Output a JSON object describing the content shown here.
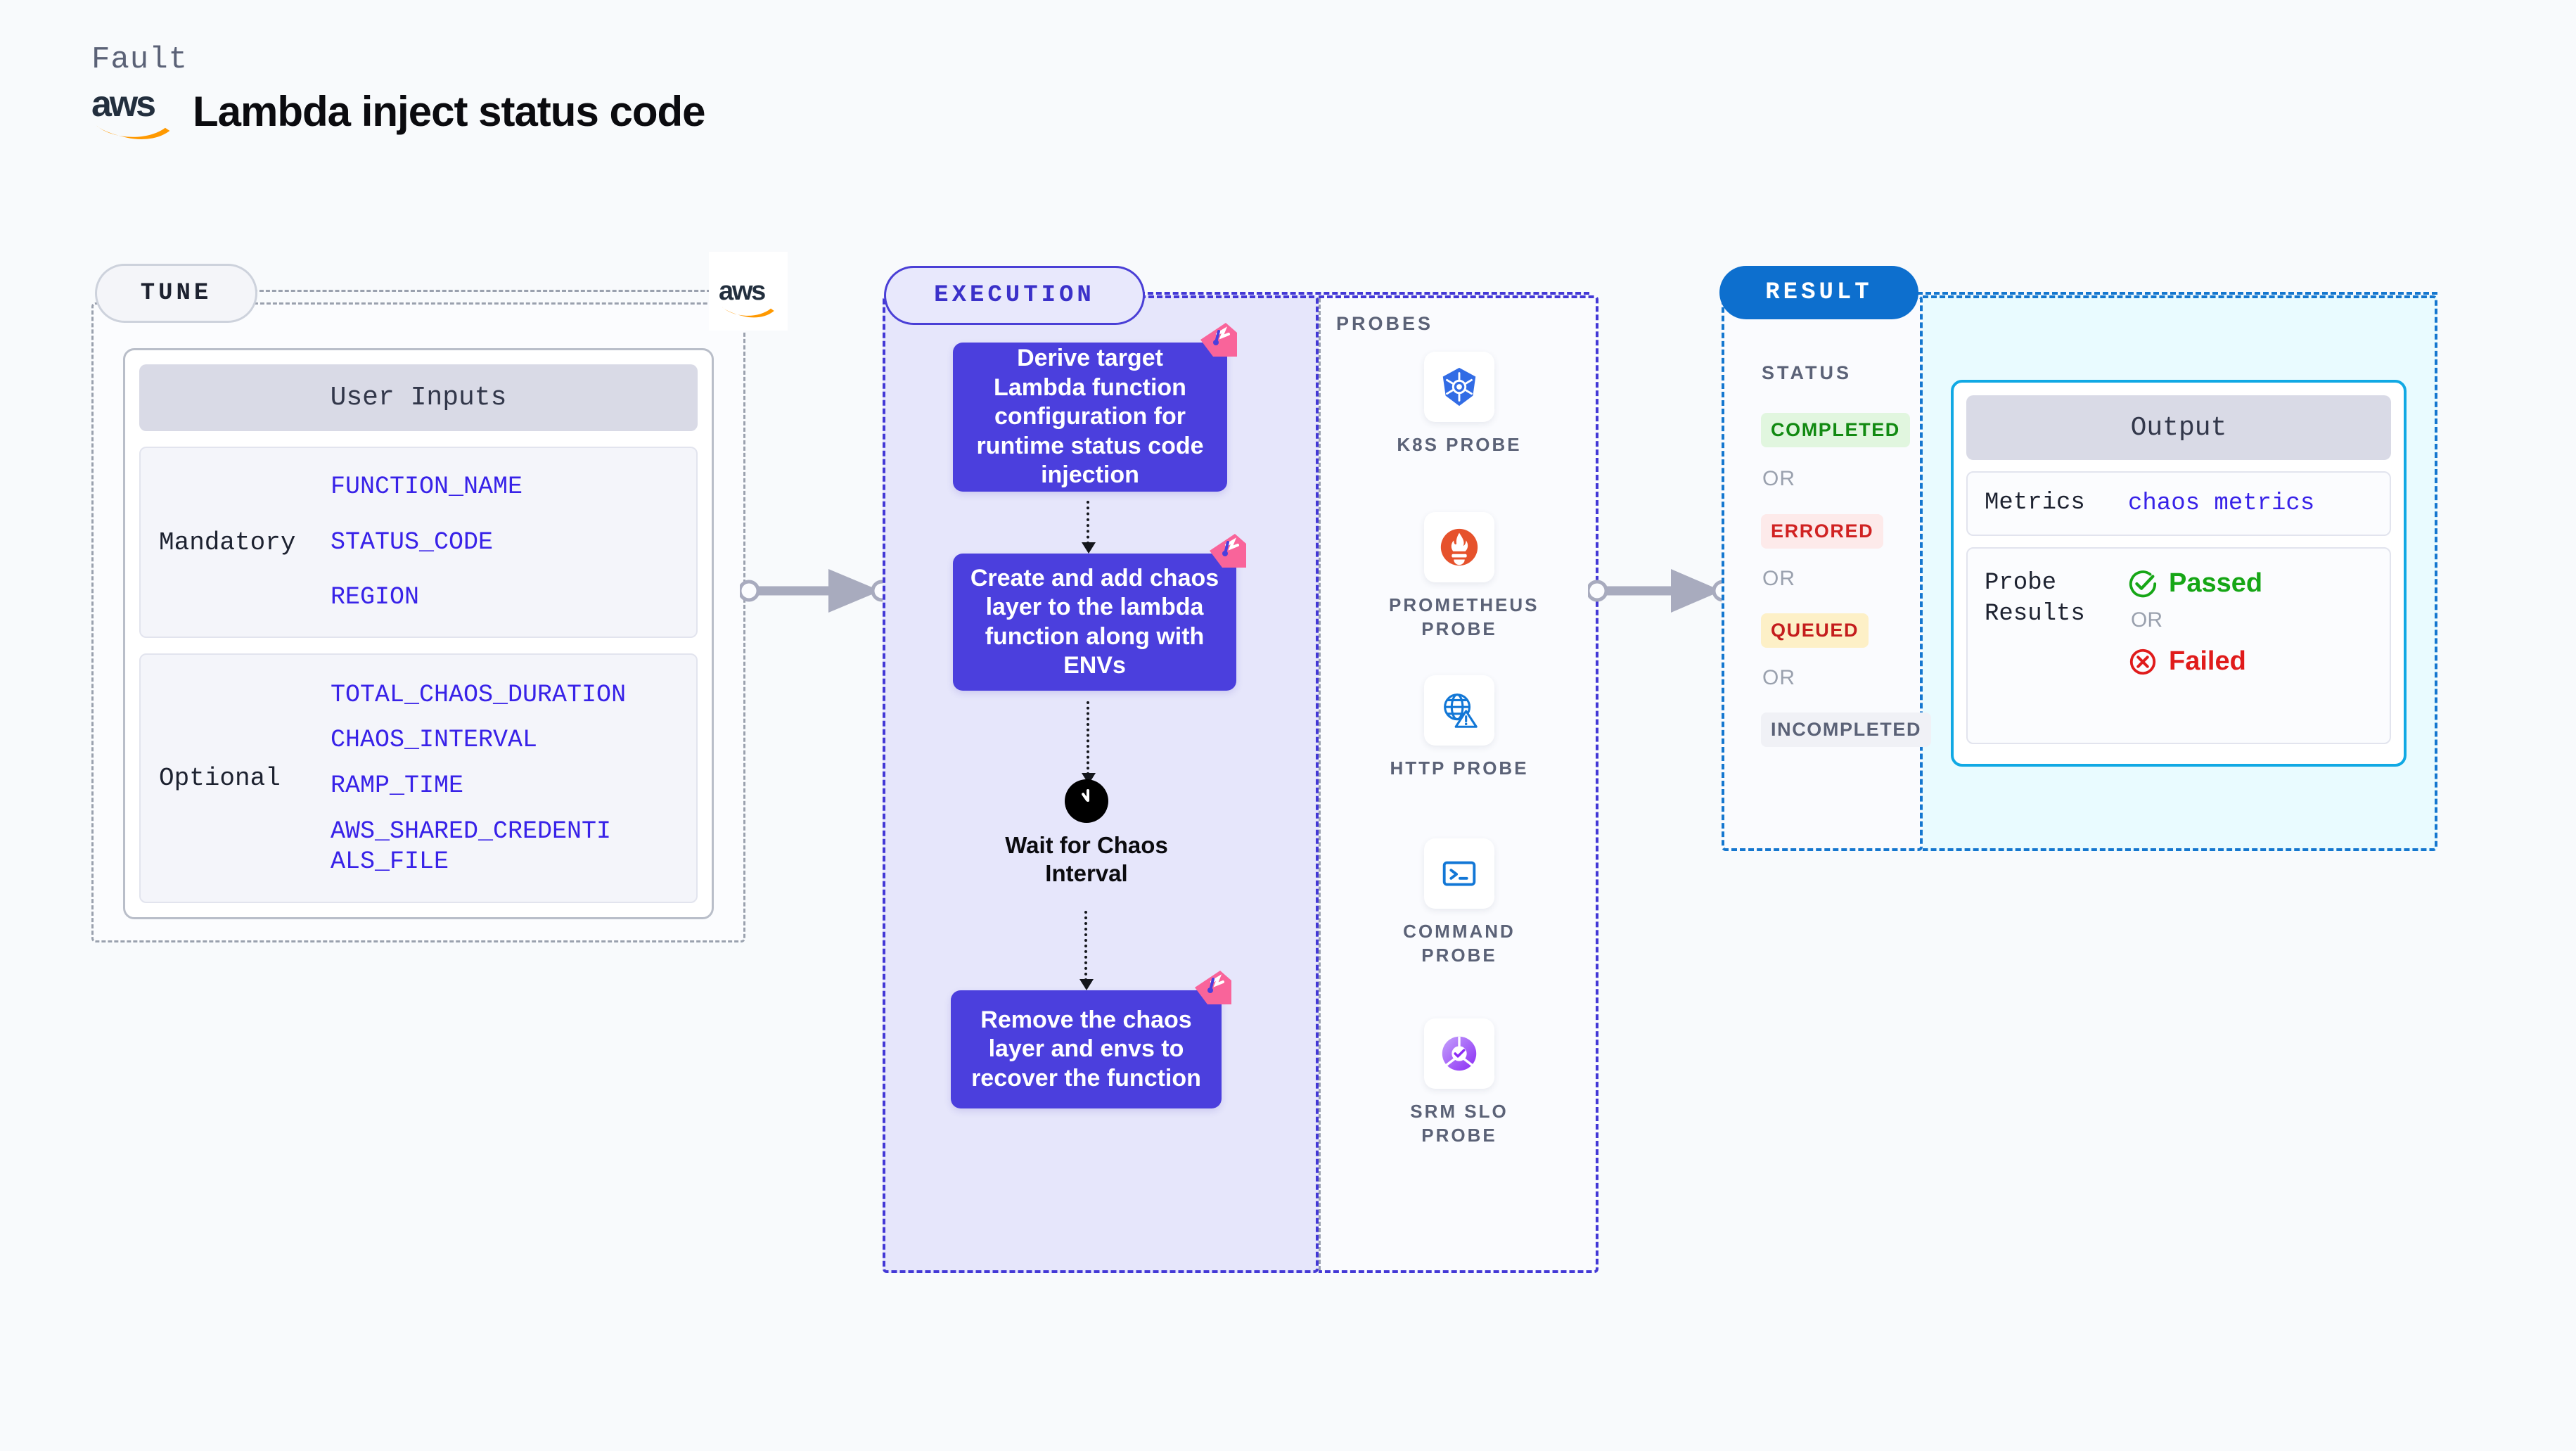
{
  "header": {
    "kind_label": "Fault",
    "title": "Lambda inject status code",
    "logo_icon": "aws-logo",
    "logo_text": "aws"
  },
  "tune": {
    "pill_label": "TUNE",
    "provider_logo_icon": "aws-logo-badge",
    "card_title": "User Inputs",
    "groups": [
      {
        "label": "Mandatory",
        "params": [
          "FUNCTION_NAME",
          "STATUS_CODE",
          "REGION"
        ]
      },
      {
        "label": "Optional",
        "params": [
          "TOTAL_CHAOS_DURATION",
          "CHAOS_INTERVAL",
          "RAMP_TIME",
          "AWS_SHARED_CREDENTIALS_FILE"
        ]
      }
    ]
  },
  "execution": {
    "pill_label": "EXECUTION",
    "steps": [
      {
        "text": "Derive target Lambda function configuration for runtime status code injection",
        "badge_icon": "litmus-logo"
      },
      {
        "text": "Create and add chaos layer to the lambda function along with ENVs",
        "badge_icon": "litmus-logo"
      },
      {
        "text": "Remove the chaos layer and envs to recover the function",
        "badge_icon": "litmus-logo"
      }
    ],
    "wait_node": {
      "icon": "clock-icon",
      "label": "Wait for Chaos Interval"
    }
  },
  "probes": {
    "section_label": "PROBES",
    "items": [
      {
        "label": "K8S PROBE",
        "icon": "kubernetes-icon"
      },
      {
        "label": "PROMETHEUS PROBE",
        "icon": "prometheus-icon"
      },
      {
        "label": "HTTP PROBE",
        "icon": "http-globe-warning-icon"
      },
      {
        "label": "COMMAND PROBE",
        "icon": "terminal-icon"
      },
      {
        "label": "SRM SLO PROBE",
        "icon": "srm-slo-icon"
      }
    ]
  },
  "result": {
    "pill_label": "RESULT",
    "status_label": "STATUS",
    "or_label": "OR",
    "statuses": [
      {
        "label": "COMPLETED",
        "color": "#128a12",
        "bg": "#e1f6df"
      },
      {
        "label": "ERRORED",
        "color": "#d02222",
        "bg": "#fdeaea"
      },
      {
        "label": "QUEUED",
        "color": "#c41d1d",
        "bg": "#fdf0c7"
      },
      {
        "label": "INCOMPLETED",
        "color": "#5b6277",
        "bg": "#f0f1f6"
      }
    ],
    "output": {
      "title": "Output",
      "metrics_label": "Metrics",
      "metrics_value": "chaos metrics",
      "probe_results_label": "Probe Results",
      "passed_label": "Passed",
      "passed_icon": "check-circle-icon",
      "or_label": "OR",
      "failed_label": "Failed",
      "failed_icon": "x-circle-icon"
    }
  },
  "connectors": {
    "tune_to_execution_icon": "arrow-right",
    "execution_to_result_icon": "arrow-right"
  },
  "colors": {
    "page_bg": "#f8fafc",
    "tune_border": "#9aa1ae",
    "execution_border": "#4338d6",
    "execution_bg": "#e6e6fb",
    "execution_card": "#4b3fdd",
    "result_border": "#1577cf",
    "result_pill": "#0d6fce",
    "output_border": "#11a9e4",
    "param_text": "#3822e8",
    "litmus_pink": "#f9649a"
  }
}
